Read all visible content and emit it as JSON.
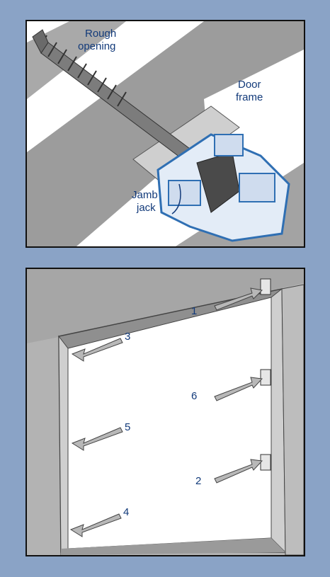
{
  "colors": {
    "background": "#8aa3c6",
    "wall": "#a9a9a9",
    "wall_dark": "#8c8c8c",
    "frame": "#d6d6d6",
    "jack_blue": "#2f6fb3",
    "label_blue": "#123a7a",
    "arrow": "#b8b8b8"
  },
  "top_panel": {
    "labels": {
      "rough_opening_line1": "Rough",
      "rough_opening_line2": "opening",
      "door_frame_line1": "Door",
      "door_frame_line2": "frame",
      "jamb_jack_line1": "Jamb",
      "jamb_jack_line2": "jack"
    }
  },
  "bottom_panel": {
    "numbers": {
      "n1": "1",
      "n2": "2",
      "n3": "3",
      "n4": "4",
      "n5": "5",
      "n6": "6"
    }
  },
  "icons": [
    "screw-icon",
    "jamb-jack-icon",
    "bracket-icon",
    "arrow-icon"
  ]
}
